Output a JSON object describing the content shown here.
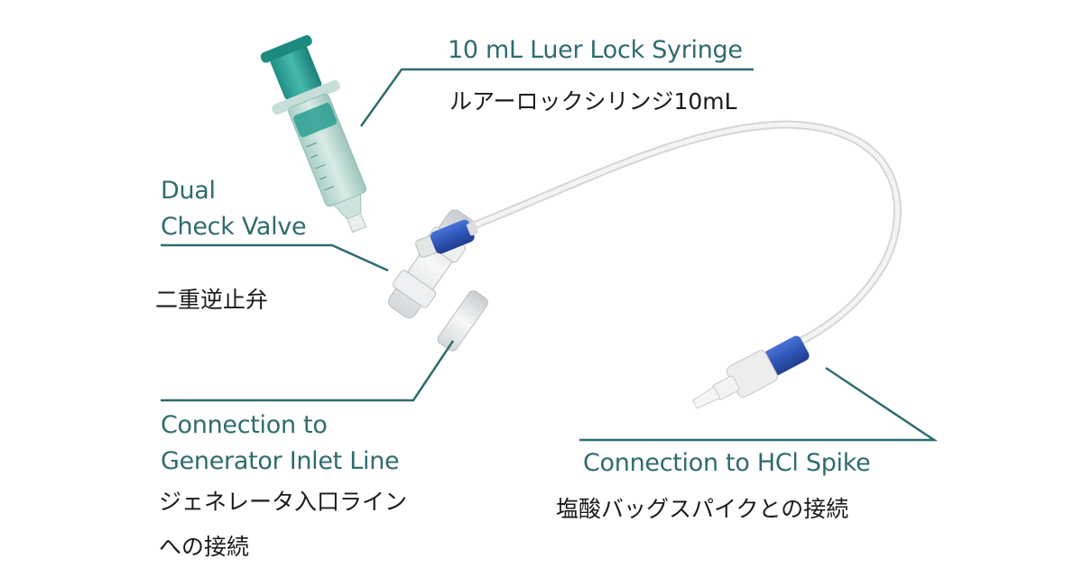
{
  "colors": {
    "leader_line": "#2f6b6f",
    "english_label": "#2f6b6f",
    "japanese_label": "#1a1a1a",
    "syringe_plunger": "#2aa59a",
    "syringe_barrel": "#bcdad3",
    "tubing": "#e8e8e8",
    "blue_cap": "#2f55b8",
    "connector": "#efefef"
  },
  "labels": {
    "syringe": {
      "en": "10 mL Luer Lock Syringe",
      "ja": "ルアーロックシリンジ10mL"
    },
    "check_valve": {
      "en_line1": "Dual",
      "en_line2": "Check Valve",
      "ja": "二重逆止弁"
    },
    "generator_inlet": {
      "en_line1": "Connection to",
      "en_line2": "Generator Inlet Line",
      "ja_line1": "ジェネレータ入口ライン",
      "ja_line2": "への接続"
    },
    "hcl_spike": {
      "en": "Connection to HCl Spike",
      "ja": "塩酸バッグスパイクとの接続"
    }
  }
}
